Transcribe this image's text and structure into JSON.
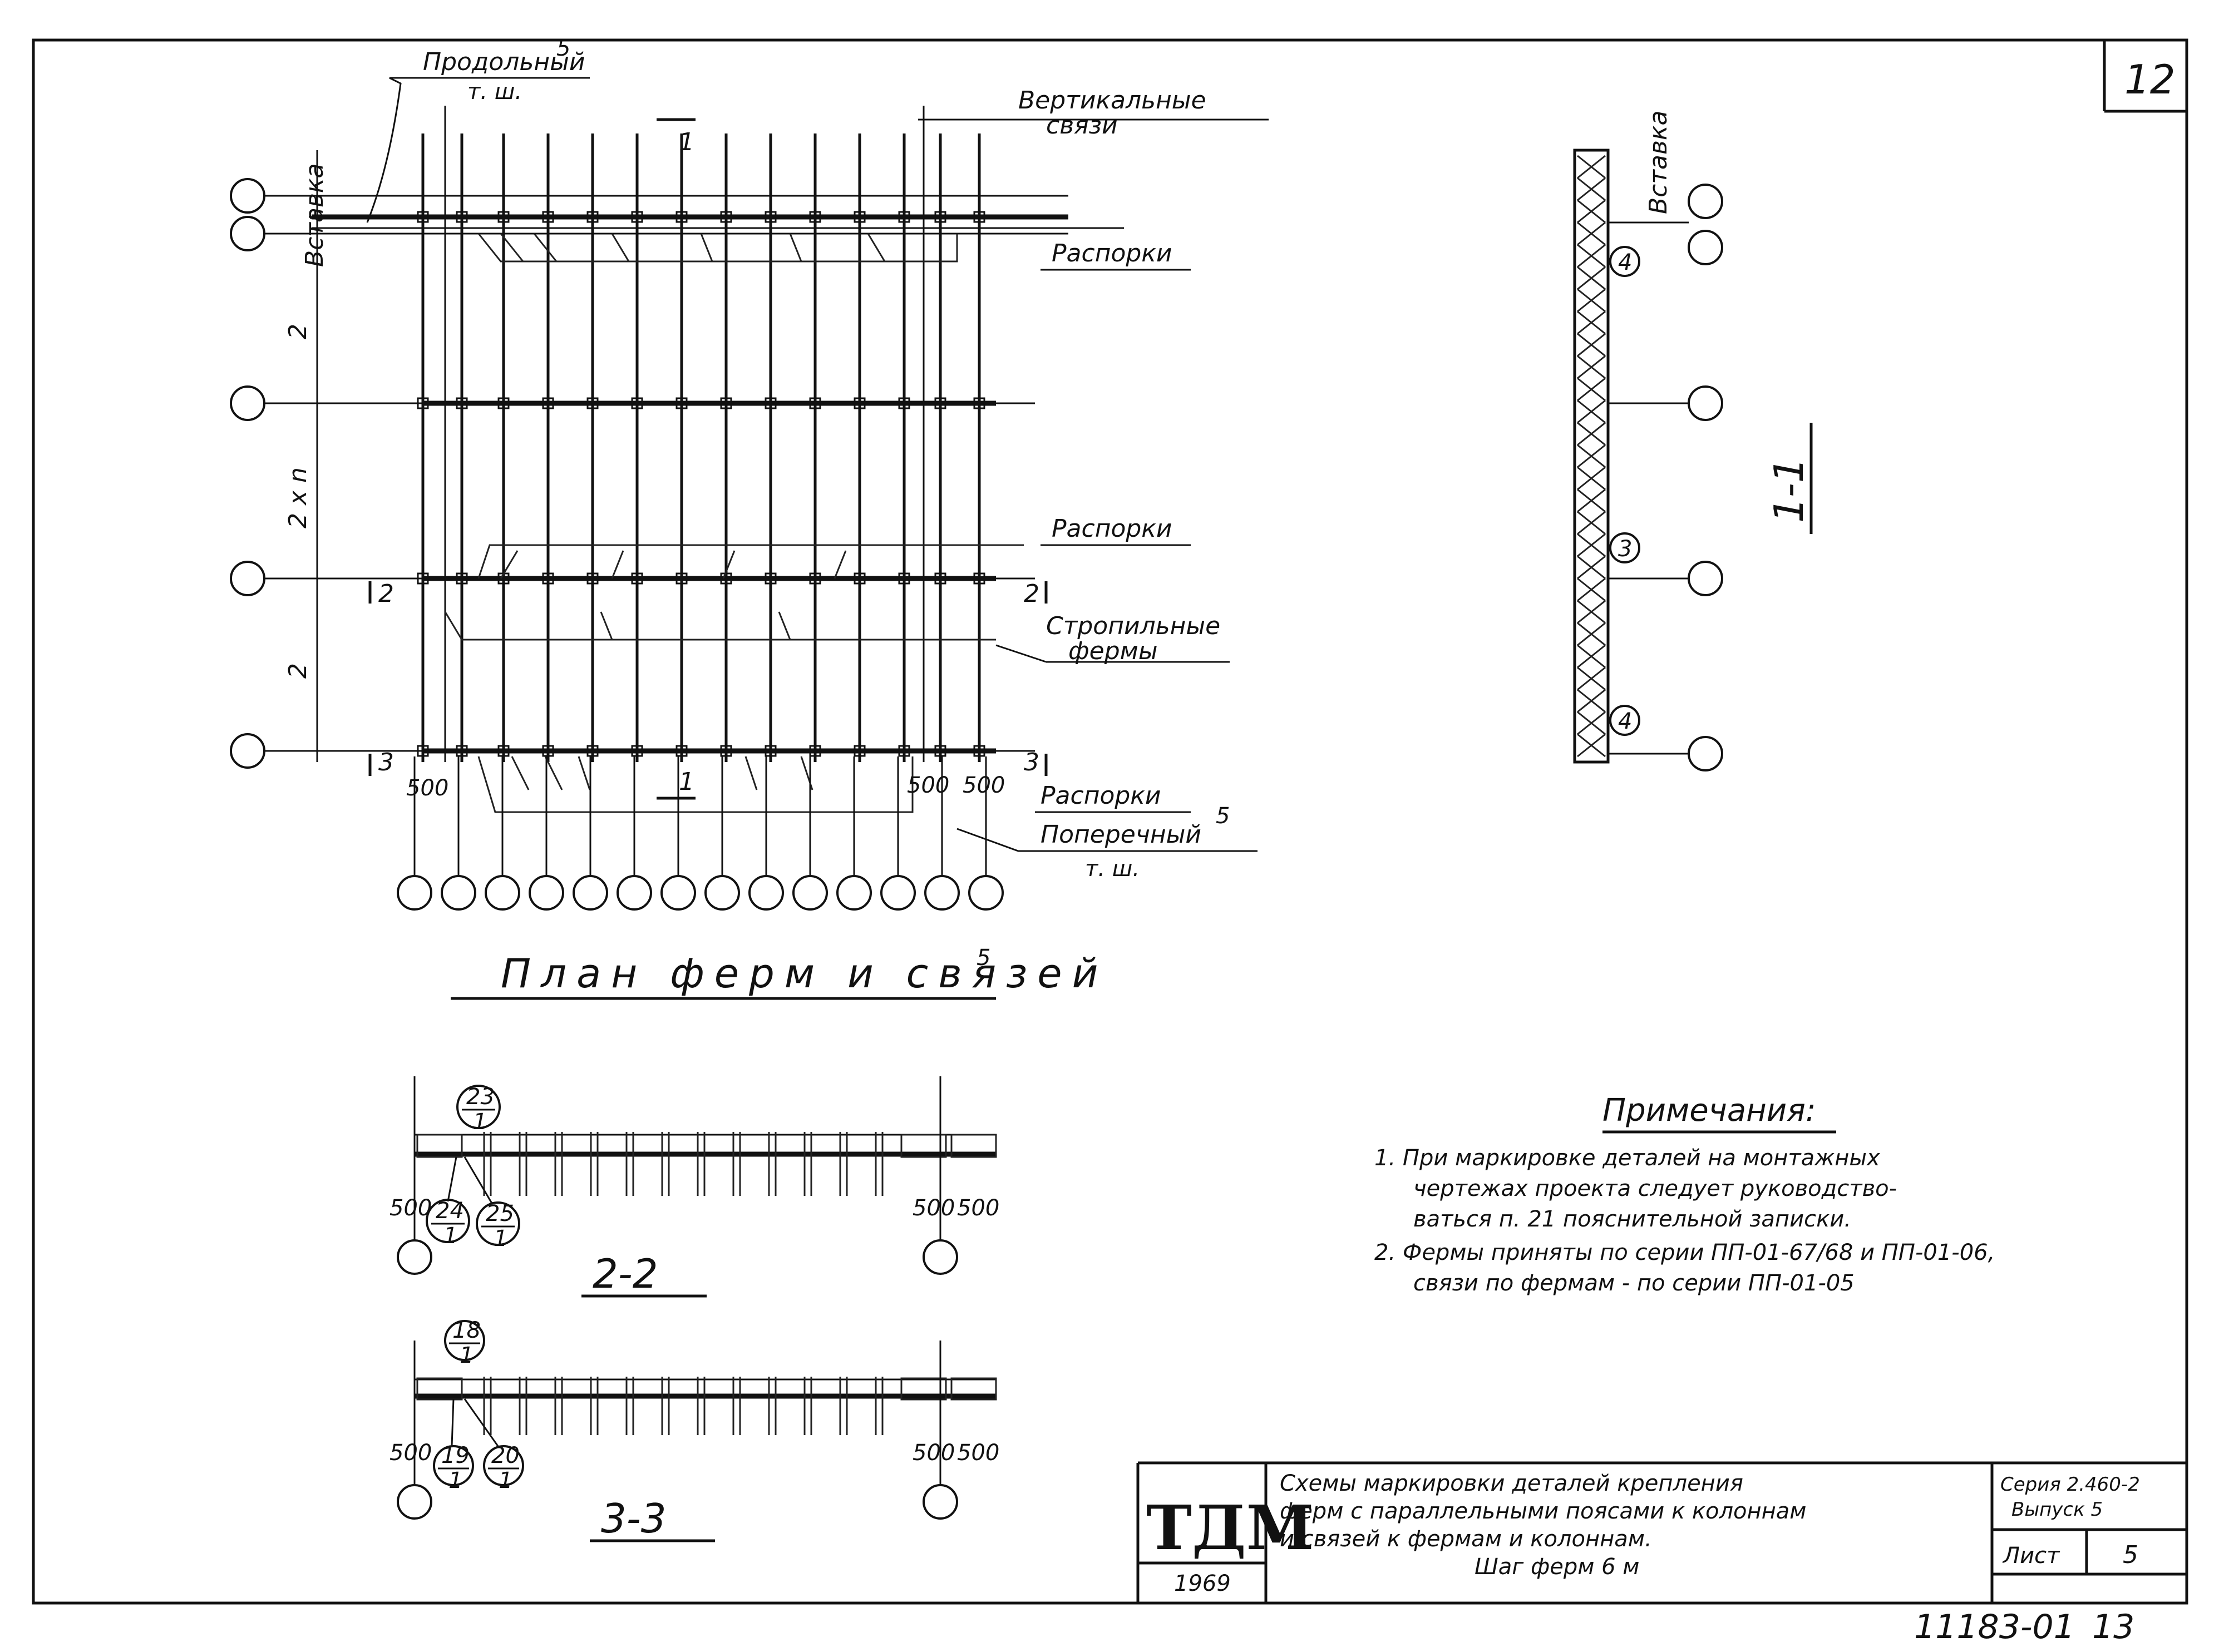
{
  "sheet": {
    "number": "12",
    "bottom_code": "11183-01",
    "bottom_page": "13"
  },
  "plan": {
    "title": "План ферм и связей",
    "title_sup": "5",
    "labels": {
      "longitudinal": "Продольный",
      "longitudinal_sup": "5",
      "temp_joint": "т. ш.",
      "vertical_1": "Вертикальные",
      "vertical_2": "связи",
      "struts": "Распорки",
      "rafters_1": "Стропильные",
      "rafters_2": "фермы",
      "transverse": "Поперечный",
      "transverse_sup": "5",
      "insert": "Вставка",
      "dim_500": "500",
      "span_1": "2",
      "span_2": "2 x n",
      "span_3": "2"
    },
    "section_marks": [
      "1",
      "2",
      "3"
    ]
  },
  "section_1_1": {
    "title": "1-1",
    "insert": "Вставка",
    "tags": [
      "4",
      "3",
      "4"
    ]
  },
  "section_2_2": {
    "title": "2-2",
    "tags": [
      {
        "num": "23",
        "den": "1"
      },
      {
        "num": "24",
        "den": "1"
      },
      {
        "num": "25",
        "den": "1"
      }
    ],
    "dim_500": "500"
  },
  "section_3_3": {
    "title": "3-3",
    "tags": [
      {
        "num": "18",
        "den": "1"
      },
      {
        "num": "19",
        "den": "1"
      },
      {
        "num": "20",
        "den": "1"
      }
    ],
    "dim_500": "500"
  },
  "notes": {
    "heading": "Примечания:",
    "items": [
      "1. При маркировке деталей на монтажных",
      "чертежах проекта следует руководство-",
      "ваться п. 21 пояснительной записки.",
      "2. Фермы приняты по серии ПП-01-67/68 и ПП-01-06,",
      "связи по фермам - по серии ПП-01-05"
    ]
  },
  "title_block": {
    "logo": "ТДМ",
    "year": "1969",
    "lines": [
      "Схемы маркировки деталей крепления",
      "ферм с параллельными поясами к колоннам",
      "и связей к фермам и колоннам.",
      "Шаг ферм 6 м"
    ],
    "series_1": "Серия 2.460-2",
    "series_2": "Выпуск 5",
    "sheet_label": "Лист",
    "sheet_no": "5"
  }
}
